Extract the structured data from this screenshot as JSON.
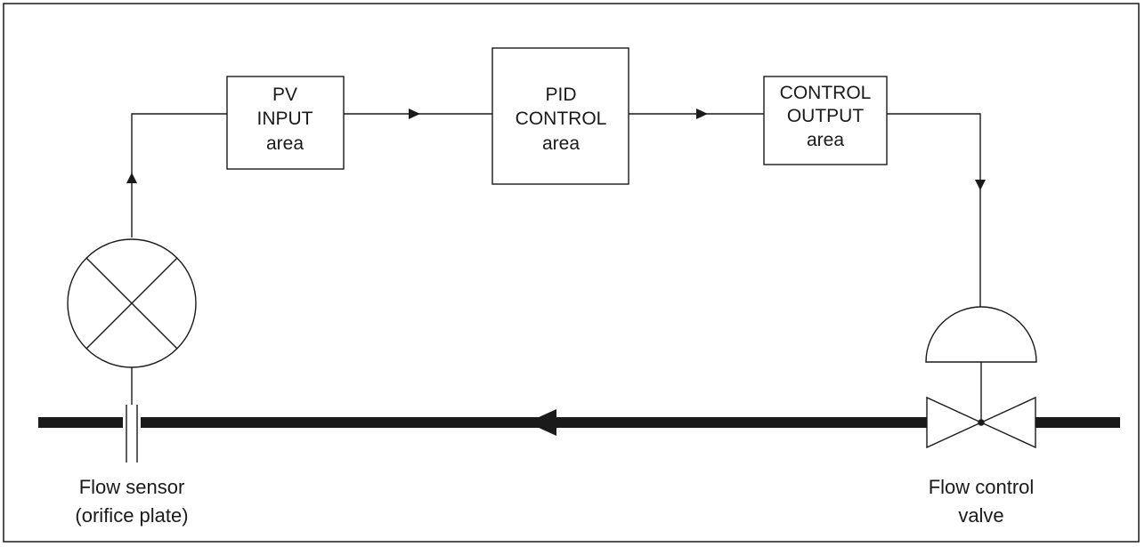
{
  "blocks": {
    "pv_input": {
      "lines": [
        "PV",
        "INPUT",
        "area"
      ]
    },
    "pid_control": {
      "lines": [
        "PID",
        "CONTROL",
        "area"
      ]
    },
    "control_output": {
      "lines": [
        "CONTROL",
        "OUTPUT",
        "area"
      ]
    }
  },
  "labels": {
    "flow_sensor": [
      "Flow sensor",
      "(orifice plate)"
    ],
    "flow_control_valve": [
      "Flow control",
      "valve"
    ]
  },
  "colors": {
    "line": "#1a1a1a",
    "background": "#ffffff"
  }
}
